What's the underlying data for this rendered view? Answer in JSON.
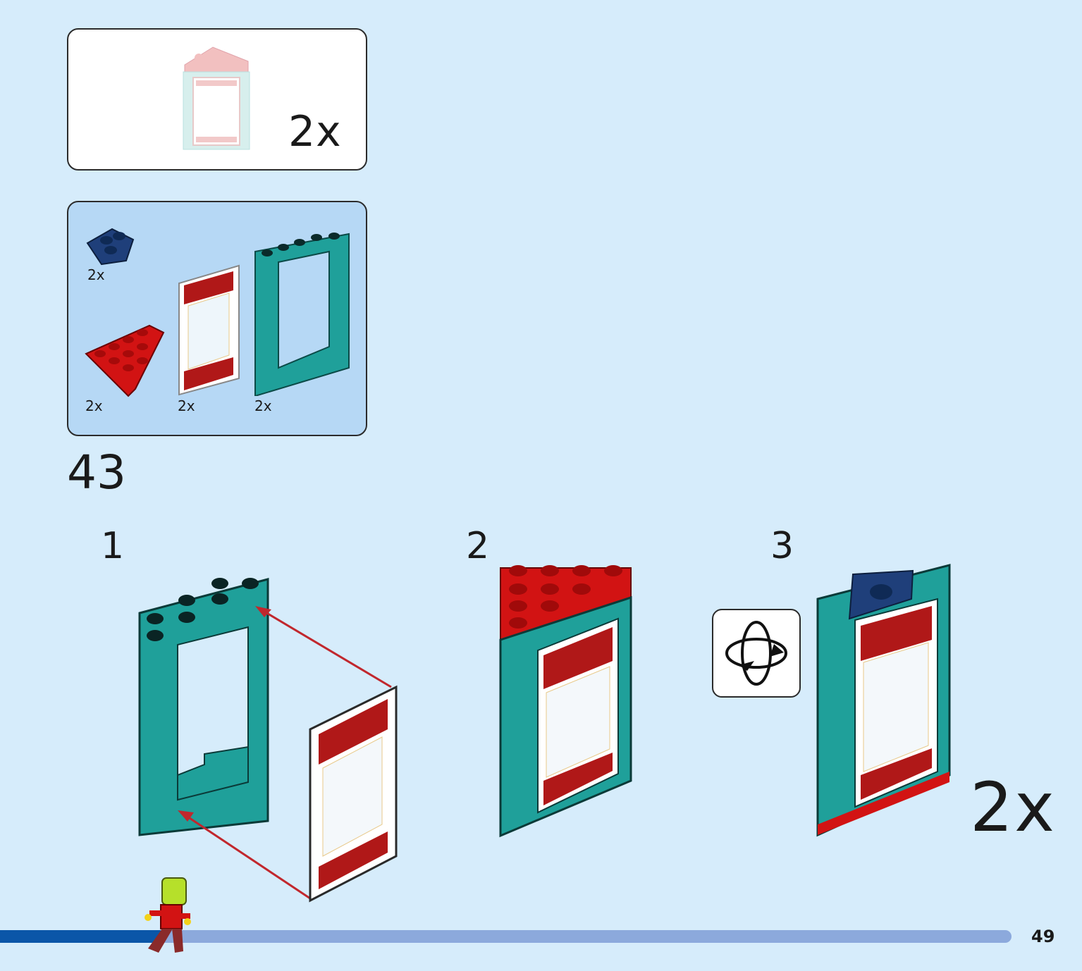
{
  "submodel": {
    "quantity": "2x"
  },
  "parts": [
    {
      "name": "dark-blue-wedge-plate",
      "quantity": "2x",
      "color": "#1f3f7a"
    },
    {
      "name": "red-wedge-plate",
      "quantity": "2x",
      "color": "#d21313"
    },
    {
      "name": "printed-glass-panel",
      "quantity": "2x",
      "color": "#ffffff"
    },
    {
      "name": "teal-window-frame",
      "quantity": "2x",
      "color": "#1fa09a"
    }
  ],
  "step": {
    "number": "43"
  },
  "substeps": [
    {
      "number": "1"
    },
    {
      "number": "2"
    },
    {
      "number": "3"
    }
  ],
  "final": {
    "quantity": "2x"
  },
  "page": {
    "number": "49",
    "progress": 0.16
  },
  "colors": {
    "background": "#d6ecfb",
    "teal": "#1fa09a",
    "red": "#d21313",
    "dark_blue": "#1f3f7a",
    "progress_fill": "#0b56a8",
    "progress_track": "#8ca9dc"
  }
}
